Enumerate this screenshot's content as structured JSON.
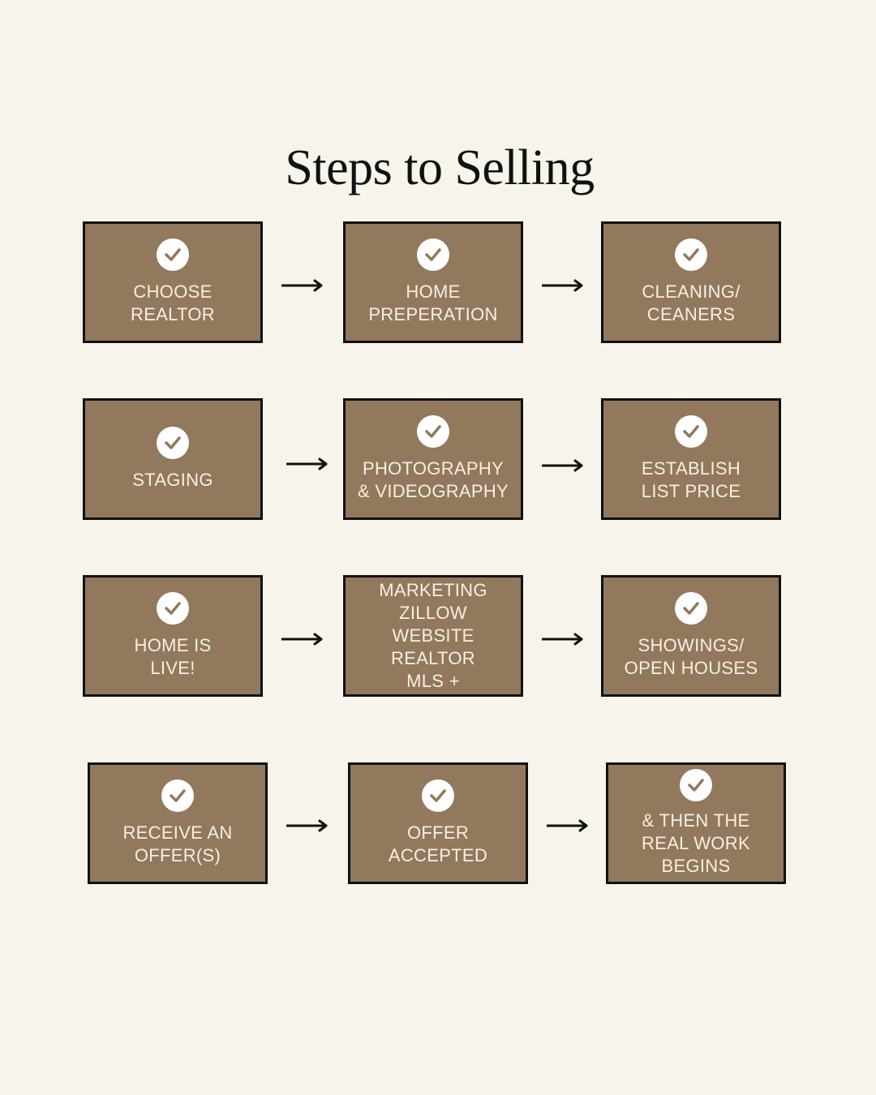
{
  "title": "Steps to Selling",
  "icon": "check-circle-icon",
  "colors": {
    "background": "#f7f5eb",
    "box": "#92785d",
    "border": "#111111",
    "text": "#f5efe4"
  },
  "steps": [
    {
      "label": "CHOOSE\nREALTOR",
      "check": true
    },
    {
      "label": "HOME\nPREPERATION",
      "check": true
    },
    {
      "label": "CLEANING/\nCEANERS",
      "check": true
    },
    {
      "label": "STAGING",
      "check": true
    },
    {
      "label": "PHOTOGRAPHY\n& VIDEOGRAPHY",
      "check": true
    },
    {
      "label": "ESTABLISH\nLIST PRICE",
      "check": true
    },
    {
      "label": "HOME IS\nLIVE!",
      "check": true
    },
    {
      "label": "MARKETING\nZILLOW\nWEBSITE\nREALTOR\nMLS +",
      "check": false
    },
    {
      "label": "SHOWINGS/\nOPEN HOUSES",
      "check": true
    },
    {
      "label": "RECEIVE AN\nOFFER(S)",
      "check": true
    },
    {
      "label": "OFFER\nACCEPTED",
      "check": true
    },
    {
      "label": "& THEN THE\nREAL WORK\nBEGINS",
      "check": true
    }
  ]
}
